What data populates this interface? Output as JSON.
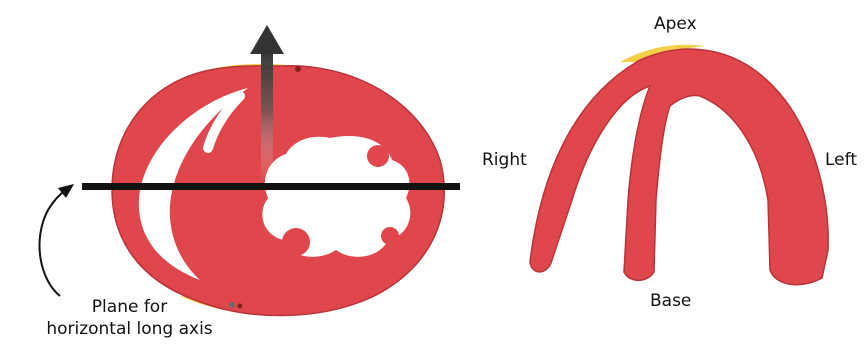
{
  "labels": {
    "apex": "Apex",
    "right": "Right",
    "left": "Left",
    "base": "Base",
    "plane_line1": "Plane for",
    "plane_line2": "horizontal long axis"
  },
  "colors": {
    "myocardium": "#e0474c",
    "myocardium_edge": "#b8343a",
    "fat": "#f4cf4a",
    "background": "#ffffff",
    "plane_line": "#111111",
    "arrow": "#333333"
  }
}
